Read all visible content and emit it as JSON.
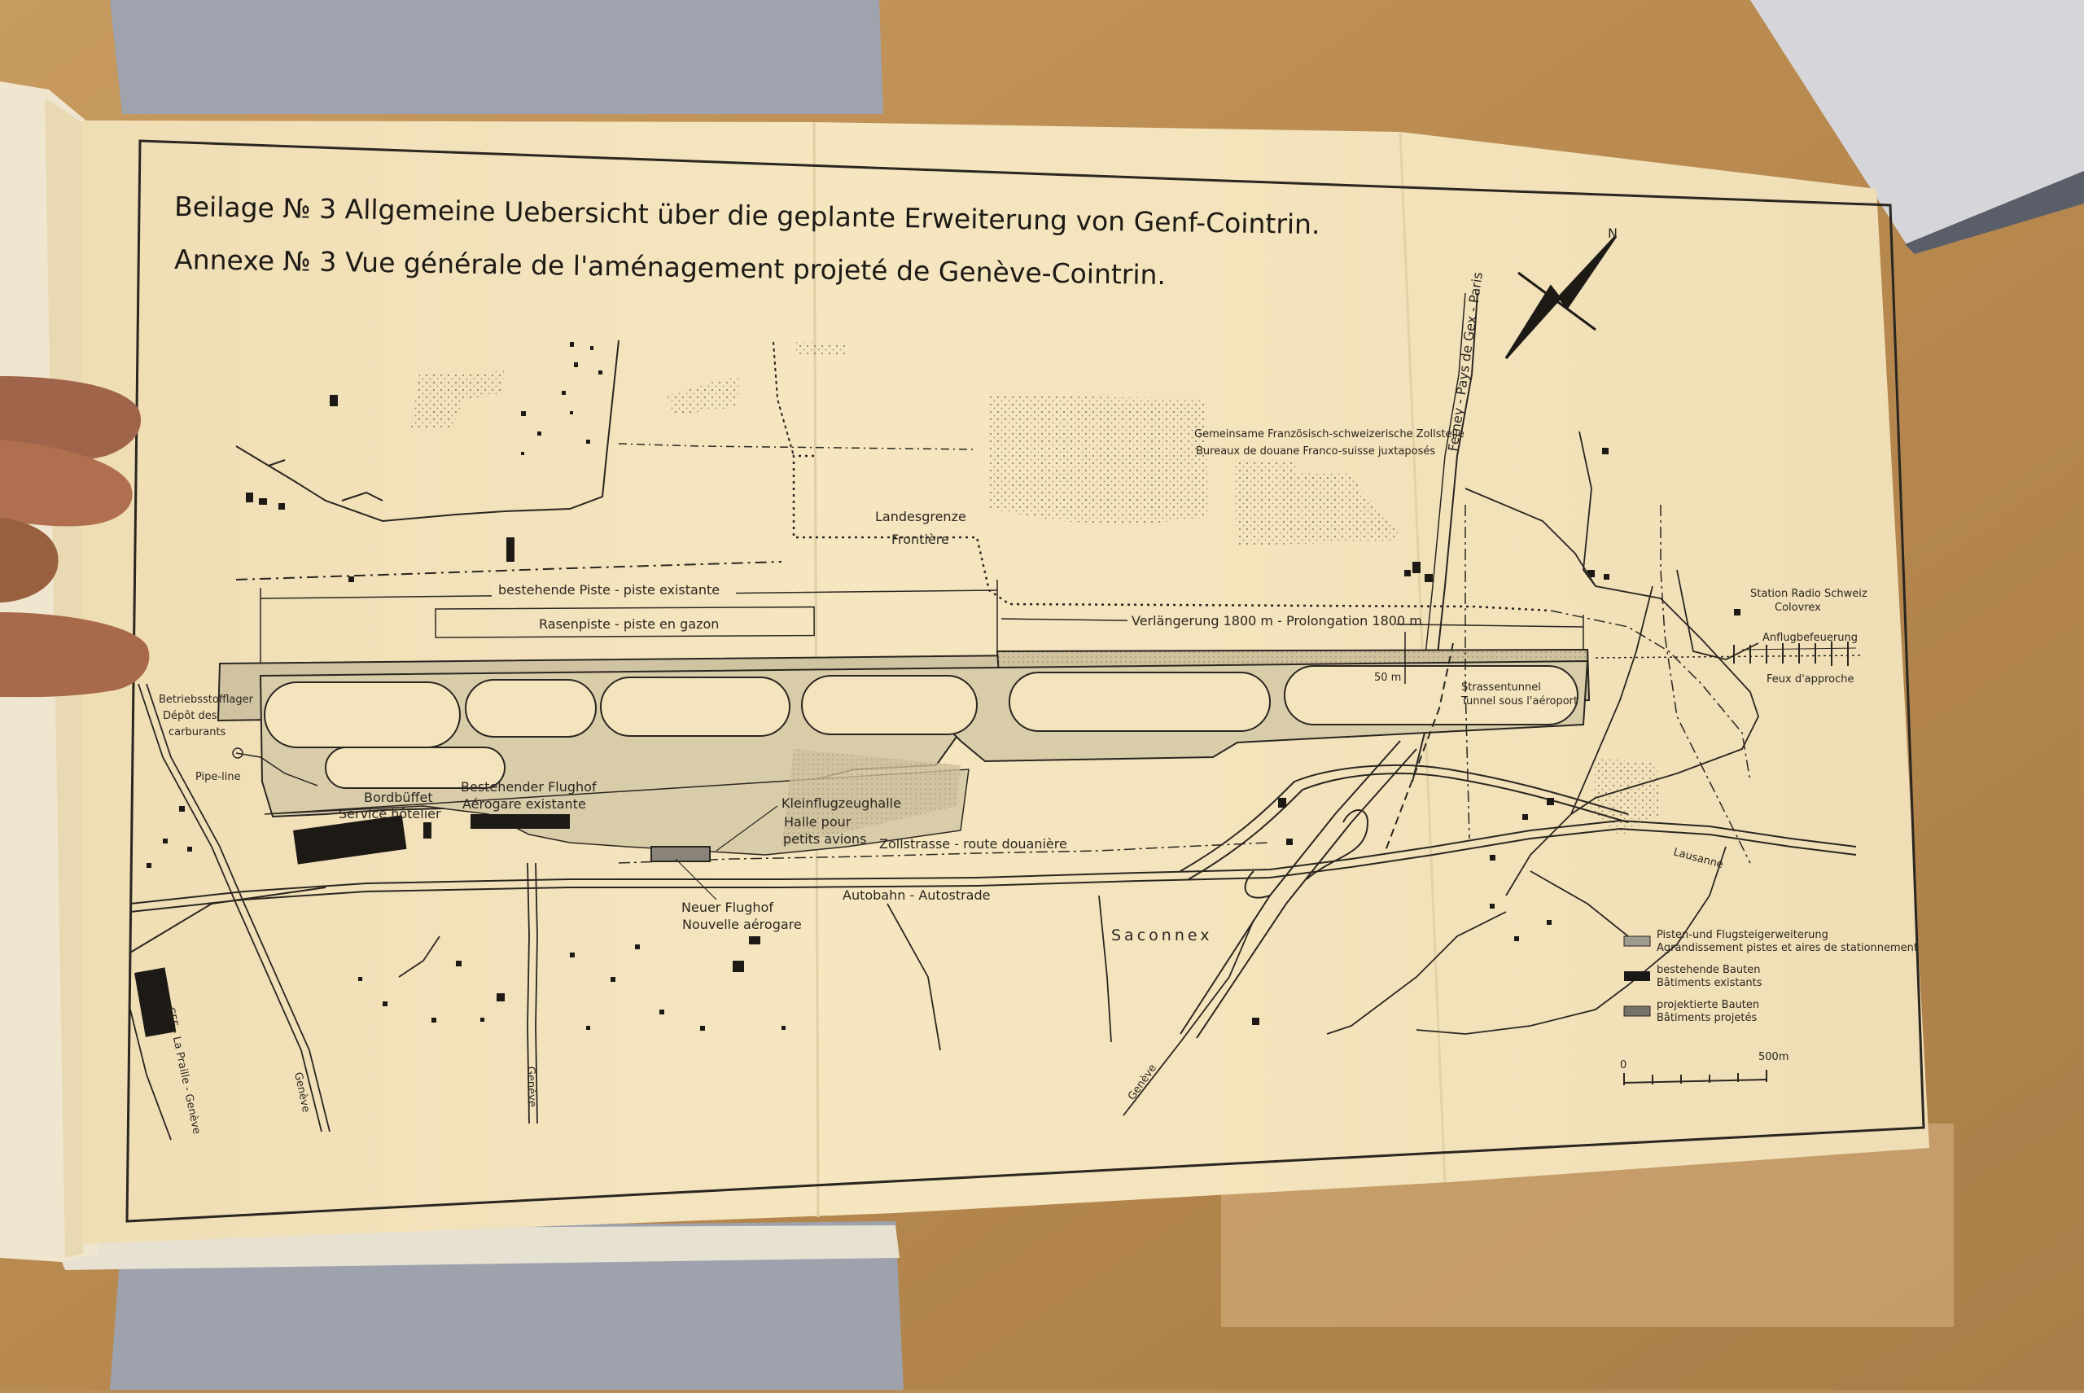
{
  "title": {
    "line_de": "Beilage № 3   Allgemeine Uebersicht über die geplante Erweiterung von Genf-Cointrin.",
    "line_fr": "Annexe № 3   Vue générale de l'aménagement projeté de Genève-Cointrin."
  },
  "north_label": "N",
  "labels": {
    "ferney": "Ferney - Pays de Gex - Paris",
    "douane_de": "Gemeinsame Französisch-schweizerische Zollstelle",
    "douane_fr": "Bureaux de douane Franco-suisse juxtaposés",
    "landesgrenze": "Landesgrenze",
    "frontiere": "Frontière",
    "piste_existante": "bestehende Piste - piste existante",
    "rasenpiste": "Rasenpiste - piste en gazon",
    "verlaengerung": "Verlängerung 1800 m - Prolongation 1800 m",
    "dist_50m": "50 m",
    "strassentunnel_de": "Strassentunnel",
    "strassentunnel_fr": "Tunnel sous l'aéroport",
    "station_radio_1": "Station Radio Schweiz",
    "station_radio_2": "Colovrex",
    "anflug_de": "Anflugbefeuerung",
    "anflug_fr": "Feux d'approche",
    "betrieb_1": "Betriebsstofflager",
    "betrieb_2": "Dépôt des",
    "betrieb_3": "carburants",
    "pipeline": "Pipe-line",
    "bordbuffet_de": "Bordbüffet",
    "bordbuffet_fr": "Service hôtelier",
    "flughof_de": "Bestehender Flughof",
    "flughof_fr": "Aérogare existante",
    "kleinflug_1": "Kleinflugzeughalle",
    "kleinflug_2": "Halle pour",
    "kleinflug_3": "petits avions",
    "zollstrasse": "Zollstrasse - route douanière",
    "autobahn": "Autobahn - Autostrade",
    "neuer_de": "Neuer Flughof",
    "neuer_fr": "Nouvelle aérogare",
    "saconnex": "Saconnex",
    "lausanne": "Lausanne",
    "geneve_1": "Genève",
    "geneve_2": "Genève",
    "geneve_3": "Genève",
    "cff": "CFF - La Praille - Genève"
  },
  "legend": [
    {
      "de": "Pisten-und Flugsteigerweiterung",
      "fr": "Agrandissement pistes et aires de stationnement",
      "swatch": "#9e9a8e"
    },
    {
      "de": "bestehende Bauten",
      "fr": "Bâtiments existants",
      "swatch": "#1a1816"
    },
    {
      "de": "projektierte Bauten",
      "fr": "Bâtiments projetés",
      "swatch": "#77736a"
    }
  ],
  "scale": {
    "start": "0",
    "end": "500m"
  },
  "colors": {
    "paper": "#f3e3bb",
    "ink": "#2a2620",
    "tarmac": "#d4c7a4",
    "table": "#b88e58"
  }
}
